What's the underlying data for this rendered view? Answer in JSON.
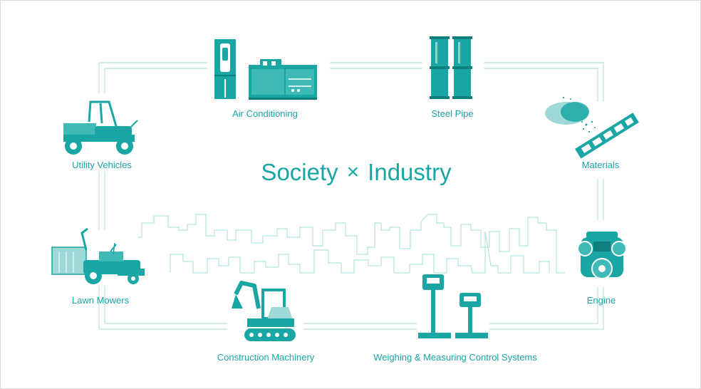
{
  "title": {
    "left": "Society",
    "symbol": "×",
    "right": "Industry"
  },
  "nodes": {
    "air_conditioning": "Air Conditioning",
    "steel_pipe": "Steel Pipe",
    "utility_vehicles": "Utility Vehicles",
    "materials": "Materials",
    "lawn_mowers": "Lawn Mowers",
    "engine": "Engine",
    "construction_machinery": "Construction Machinery",
    "weighing_systems": "Weighing & Measuring Control Systems"
  },
  "colors": {
    "accent": "#1aa6a4",
    "accent_dark": "#0e7f7d",
    "accent_light": "#9fd9d7",
    "frame_line": "#b5e1df"
  }
}
